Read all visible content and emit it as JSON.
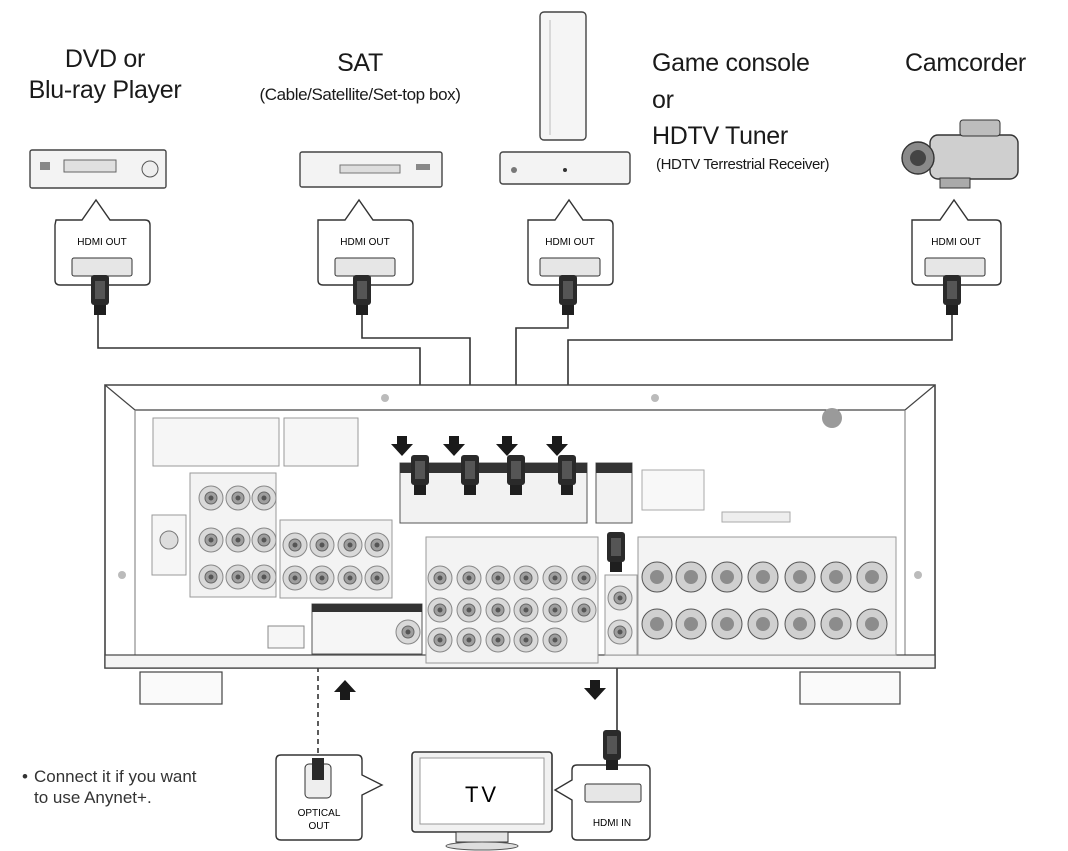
{
  "sources": {
    "dvd": {
      "line1": "DVD or",
      "line2": "Blu-ray Player"
    },
    "sat": {
      "line1": "SAT",
      "line2": "(Cable/Satellite/Set-top box)"
    },
    "game": {
      "line1": "Game console",
      "line2": "or",
      "line3": "HDTV Tuner",
      "line4": "(HDTV Terrestrial Receiver)"
    },
    "cam": {
      "line1": "Camcorder"
    }
  },
  "port_labels": {
    "hdmi_out": "HDMI OUT",
    "hdmi_in": "HDMI IN",
    "optical_out_line1": "OPTICAL",
    "optical_out_line2": "OUT"
  },
  "tv_label": "TV",
  "note": "Connect it if you want to use Anynet+.",
  "note_line1": "Connect it if you want",
  "note_line2": "to use Anynet+.",
  "colors": {
    "line": "#333333",
    "panel": "#f2f2f2",
    "jack": "#bdbdbd"
  }
}
